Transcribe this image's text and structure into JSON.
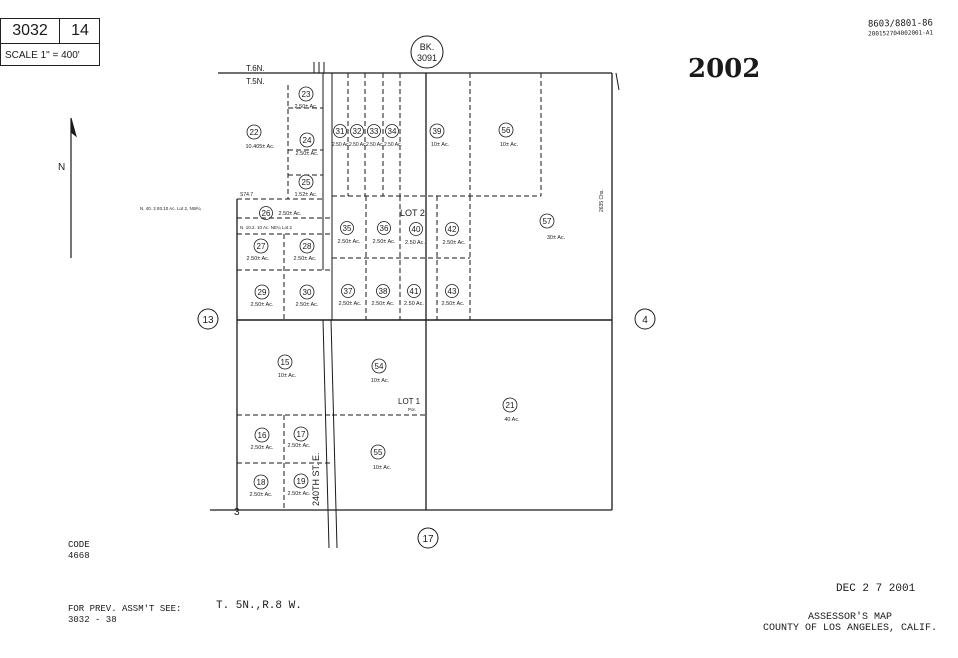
{
  "header": {
    "map_book": "3032",
    "page": "14",
    "scale_label": "SCALE 1\" = 400'"
  },
  "year": "2002",
  "reference": {
    "line1": "8603/8801-86",
    "line2": "200152704002001-A1"
  },
  "book_ref": {
    "line1": "BK.",
    "line2": "3091"
  },
  "township_lines": {
    "north": "T.6N.",
    "south": "T.5N."
  },
  "adjoining_pages": {
    "west": "13",
    "east": "4",
    "south": "17"
  },
  "lot_labels": {
    "lot2": "LOT 2",
    "lot1": "LOT 1",
    "lot1_sub": "Por."
  },
  "street": "240TH ST. E.",
  "section_corner": "3",
  "north_label": "N",
  "code": {
    "label": "CODE",
    "value": "4668"
  },
  "prev_assmt": {
    "label": "FOR PREV. ASSM'T SEE:",
    "value": "3032 - 38"
  },
  "twp_range": "T. 5N.,R.8 W.",
  "stamp_date": "DEC 2 7 2001",
  "assessor": {
    "line1": "ASSESSOR'S MAP",
    "line2": "COUNTY OF LOS ANGELES, CALIF."
  },
  "parcels": [
    {
      "num": "23",
      "area": "2.50± Ac."
    },
    {
      "num": "22",
      "area": "10.405± Ac."
    },
    {
      "num": "24",
      "area": "2.50± Ac."
    },
    {
      "num": "25",
      "area": "1.52± Ac."
    },
    {
      "num": "31",
      "area": "2.50 Ac."
    },
    {
      "num": "32",
      "area": "2.50 Ac."
    },
    {
      "num": "33",
      "area": "2.50 Ac."
    },
    {
      "num": "34",
      "area": "2.50 Ac."
    },
    {
      "num": "39",
      "area": "10± Ac."
    },
    {
      "num": "56",
      "area": "10± Ac."
    },
    {
      "num": "26",
      "area": "2.50± Ac."
    },
    {
      "num": "57",
      "area": "30± Ac."
    },
    {
      "num": "27",
      "area": "2.50± Ac."
    },
    {
      "num": "28",
      "area": "2.50± Ac."
    },
    {
      "num": "35",
      "area": "2.50± Ac."
    },
    {
      "num": "36",
      "area": "2.50± Ac."
    },
    {
      "num": "40",
      "area": "2.50 Ac."
    },
    {
      "num": "42",
      "area": "2.50± Ac."
    },
    {
      "num": "29",
      "area": "2.50± Ac."
    },
    {
      "num": "30",
      "area": "2.50± Ac."
    },
    {
      "num": "37",
      "area": "2.50± Ac."
    },
    {
      "num": "38",
      "area": "2.50± Ac."
    },
    {
      "num": "41",
      "area": "2.50 Ac."
    },
    {
      "num": "43",
      "area": "2.50± Ac."
    },
    {
      "num": "15",
      "area": "10± Ac."
    },
    {
      "num": "54",
      "area": "10± Ac."
    },
    {
      "num": "21",
      "area": "40 Ac."
    },
    {
      "num": "16",
      "area": "2.50± Ac."
    },
    {
      "num": "17",
      "area": "2.50± Ac."
    },
    {
      "num": "55",
      "area": "10± Ac."
    },
    {
      "num": "18",
      "area": "2.50± Ac."
    },
    {
      "num": "19",
      "area": "2.50± Ac."
    }
  ],
  "dimension_labels": {
    "east_line": "2635 Chs.",
    "lot_west": "N. 40. 2.93.10 Ac. Lot 2, NW¼",
    "lot_mid": "N. 10.2. 10 Ac. NE¼ Lot 2",
    "corner": "S74.7"
  }
}
